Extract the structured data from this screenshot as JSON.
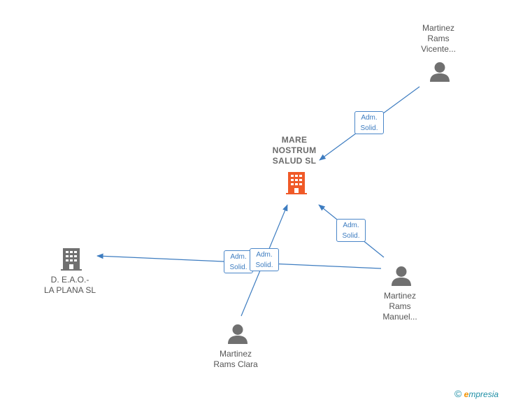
{
  "nodes": {
    "main_company": {
      "name": "MARE\nNOSTRUM\nSALUD  SL"
    },
    "company_deao": {
      "name": "D. E.A.O.-\nLA PLANA  SL"
    },
    "person_vicente": {
      "name": "Martinez\nRams\nVicente..."
    },
    "person_manuel": {
      "name": "Martinez\nRams\nManuel..."
    },
    "person_clara": {
      "name": "Martinez\nRams Clara"
    }
  },
  "relations": [
    {
      "label": "Adm.\nSolid."
    },
    {
      "label": "Adm.\nSolid."
    },
    {
      "label": "Adm.\nSolid."
    },
    {
      "label": "Adm.\nSolid."
    }
  ],
  "brand": {
    "copyright": "©",
    "e": "e",
    "rest": "mpresia"
  },
  "colors": {
    "edge": "#3d7cc0",
    "main_company": "#f05a28",
    "node_gray": "#707070"
  }
}
